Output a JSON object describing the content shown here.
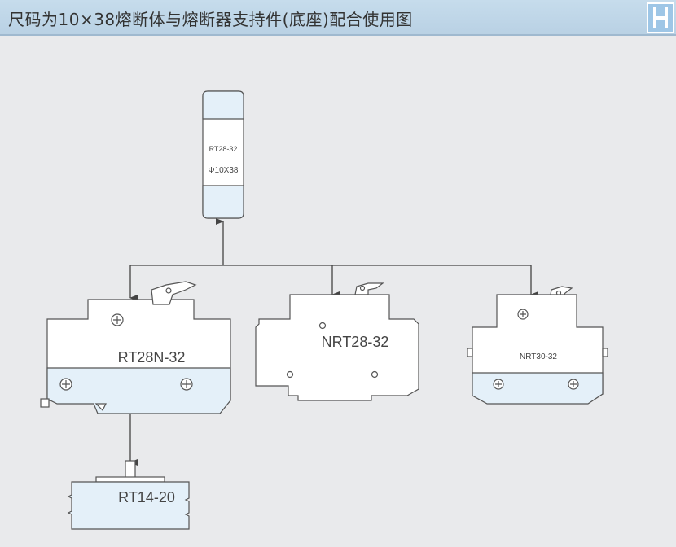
{
  "header": {
    "title": "尺码为10×38熔断体与熔断器支持件(底座)配合使用图",
    "logo_letter": "H"
  },
  "fuse": {
    "model": "RT28-32",
    "size": "Φ10X38"
  },
  "holders": [
    {
      "model": "RT28N-32"
    },
    {
      "model": "NRT28-32"
    },
    {
      "model": "NRT30-32"
    }
  ],
  "base": {
    "model": "RT14-20"
  },
  "colors": {
    "accent": "#c6dcec",
    "fill": "#e4f0f9",
    "line": "#444444"
  }
}
